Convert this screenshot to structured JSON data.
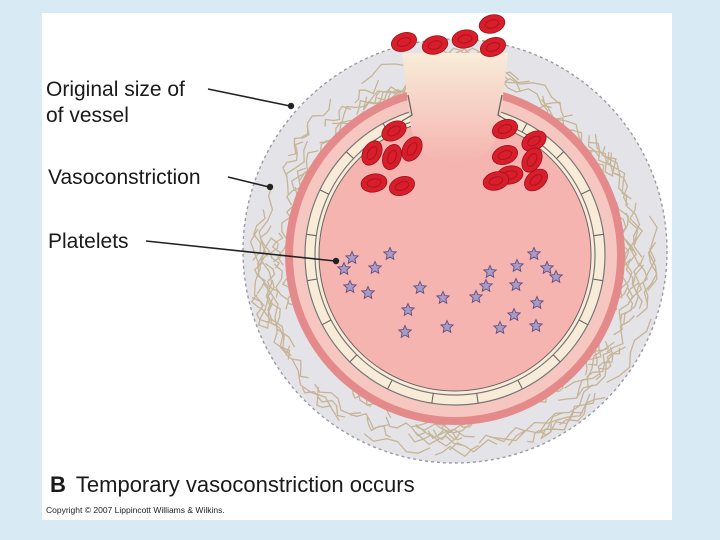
{
  "figure": {
    "labels": {
      "original_size_line1": "Original size of",
      "original_size_line2": "of vessel",
      "vasoconstriction": "Vasoconstriction",
      "platelets": "Platelets"
    },
    "caption_letter": "B",
    "caption_text": "Temporary vasoconstriction occurs",
    "copyright": "Copyright © 2007 Lippincott Williams & Wilkins."
  },
  "colors": {
    "background": "#d8ebf4",
    "original_vessel_fill": "#e4e4e8",
    "vessel_wall": "#e58a8a",
    "lumen": "#f5b4b0",
    "red_blood_cell": "#d81e2b",
    "platelet": "#a99bc4",
    "collagen_fibers": "#c6b496"
  }
}
